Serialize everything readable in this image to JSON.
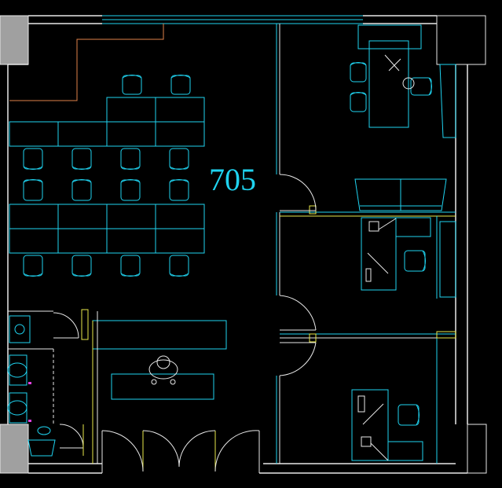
{
  "room": {
    "number": "705"
  },
  "colors": {
    "background": "#000000",
    "cyan": "#1fd3f0",
    "wall_white": "#e8e8e8",
    "yellow": "#e8e84a",
    "gray": "#a0a0a0",
    "orange": "#e0824a",
    "magenta": "#e040e0"
  },
  "elements": {
    "columns": [
      "column",
      "column",
      "column",
      "column"
    ],
    "furniture": [
      "workstation-desk-cluster",
      "office-chair",
      "manager-desk",
      "sofa",
      "reception-counter",
      "toilet",
      "sink",
      "cabinet"
    ],
    "icons": [
      "person-icon",
      "door-swing-icon",
      "computer-icon",
      "phone-icon"
    ]
  }
}
